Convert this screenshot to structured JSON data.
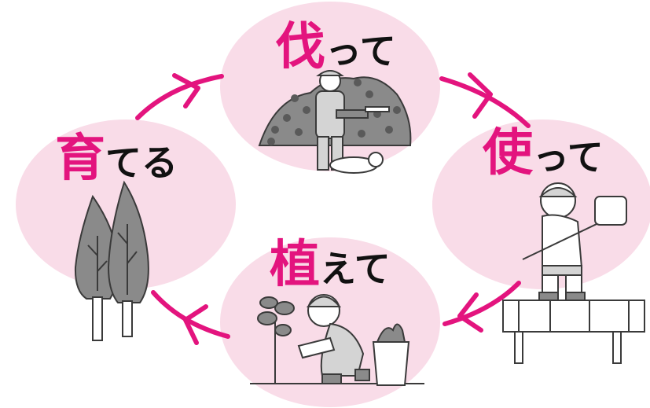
{
  "cycle": {
    "steps": [
      {
        "kanji": "伐",
        "kana": "って"
      },
      {
        "kanji": "使",
        "kana": "って"
      },
      {
        "kanji": "植",
        "kana": "えて"
      },
      {
        "kanji": "育",
        "kana": "てる"
      }
    ],
    "colors": {
      "accent": "#e3147e",
      "ellipse_fill": "#f9dce8",
      "text": "#111111",
      "illustration_gray": "#8a8a8a"
    },
    "icons": [
      "lumberjack-chainsaw-icon",
      "carpenter-mallet-icon",
      "planting-worker-icon",
      "cedar-trees-icon",
      "cycle-arrow-icon"
    ]
  }
}
